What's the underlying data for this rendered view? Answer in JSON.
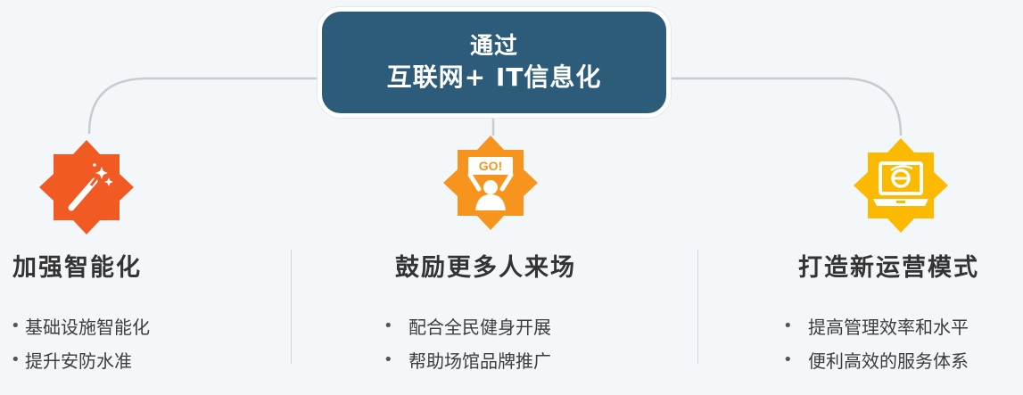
{
  "center": {
    "line1": "通过",
    "line2": "互联网+ IT信息化"
  },
  "columns": [
    {
      "icon": "magic-wand-icon",
      "color": "#f15a22",
      "heading": "加强智能化",
      "bullets": [
        "基础设施智能化",
        "提升安防水准"
      ]
    },
    {
      "icon": "go-cheer-icon",
      "color": "#f7941d",
      "heading": "鼓励更多人来场",
      "badge_text": "GO!",
      "bullets": [
        "配合全民健身开展",
        "帮助场馆品牌推广"
      ]
    },
    {
      "icon": "laptop-ie-icon",
      "color": "#fbb900",
      "heading": "打造新运营模式",
      "bullets": [
        "提高管理效率和水平",
        "便利高效的服务体系"
      ]
    }
  ],
  "colors": {
    "center_box": "#2d5c7a",
    "connector": "#c8cbcf",
    "text": "#333333"
  }
}
